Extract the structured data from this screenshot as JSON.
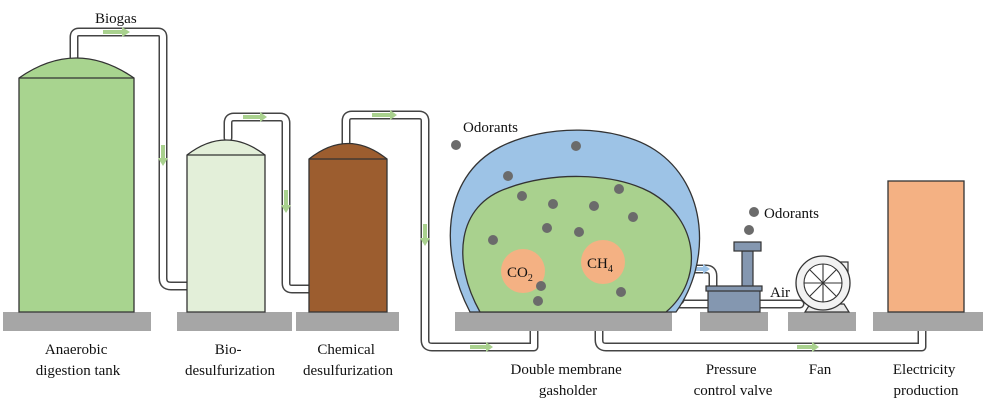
{
  "labels": {
    "biogas": "Biogas",
    "odorants_top": "Odorants",
    "odorants_right": "Odorants",
    "air": "Air",
    "co2": "CO",
    "co2_sub": "2",
    "ch4": "CH",
    "ch4_sub": "4"
  },
  "captions": {
    "anaerobic": [
      "Anaerobic",
      "digestion tank"
    ],
    "bio": [
      "Bio-",
      "desulfurization"
    ],
    "chemical": [
      "Chemical",
      "desulfurization"
    ],
    "gasholder": [
      "Double membrane",
      "gasholder"
    ],
    "valve": [
      "Pressure",
      "control valve"
    ],
    "fan": [
      "Fan"
    ],
    "electricity": [
      "Electricity",
      "production"
    ]
  },
  "colors": {
    "digester": "#a8d48f",
    "bio_tank": "#e3efd9",
    "chem_tank": "#9c5d2f",
    "outer_membrane": "#9dc3e6",
    "inner_membrane": "#a9d18e",
    "gas_bubble": "#f4b183",
    "generator": "#f4b183",
    "ground": "#a6a6a6",
    "odorant_dot": "#6b6b6b",
    "flow_arrow": "#a9d18e",
    "air_arrow": "#9dc3e6",
    "valve_body": "#8497b0"
  },
  "icons": [
    "odorant-dot",
    "fan-icon",
    "flow-arrow-icon",
    "air-arrow-icon"
  ]
}
